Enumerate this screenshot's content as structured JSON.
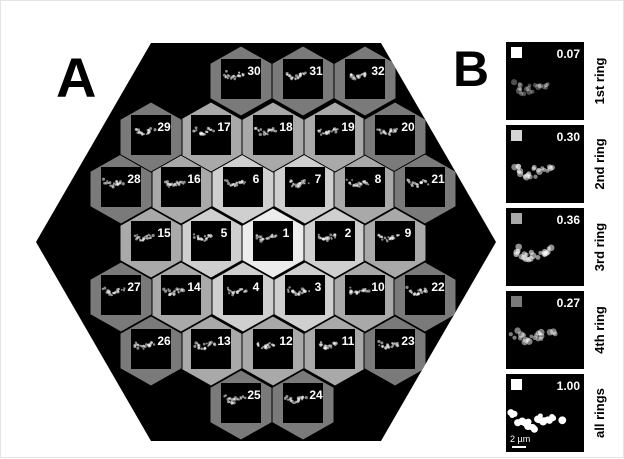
{
  "panel_a": {
    "label": "A",
    "background_color": "#000000",
    "tiles": [
      {
        "num": "1",
        "ring": 1,
        "shade": "#ececec"
      },
      {
        "num": "2",
        "ring": 2,
        "shade": "#cfcfcf"
      },
      {
        "num": "3",
        "ring": 2,
        "shade": "#cfcfcf"
      },
      {
        "num": "4",
        "ring": 2,
        "shade": "#cfcfcf"
      },
      {
        "num": "5",
        "ring": 2,
        "shade": "#cfcfcf"
      },
      {
        "num": "6",
        "ring": 2,
        "shade": "#cfcfcf"
      },
      {
        "num": "7",
        "ring": 2,
        "shade": "#cfcfcf"
      },
      {
        "num": "8",
        "ring": 3,
        "shade": "#a9a9a9"
      },
      {
        "num": "9",
        "ring": 3,
        "shade": "#a9a9a9"
      },
      {
        "num": "10",
        "ring": 3,
        "shade": "#a9a9a9"
      },
      {
        "num": "11",
        "ring": 3,
        "shade": "#a9a9a9"
      },
      {
        "num": "12",
        "ring": 3,
        "shade": "#a9a9a9"
      },
      {
        "num": "13",
        "ring": 3,
        "shade": "#a9a9a9"
      },
      {
        "num": "14",
        "ring": 3,
        "shade": "#a9a9a9"
      },
      {
        "num": "15",
        "ring": 3,
        "shade": "#a9a9a9"
      },
      {
        "num": "16",
        "ring": 3,
        "shade": "#a9a9a9"
      },
      {
        "num": "17",
        "ring": 3,
        "shade": "#a9a9a9"
      },
      {
        "num": "18",
        "ring": 3,
        "shade": "#a9a9a9"
      },
      {
        "num": "19",
        "ring": 3,
        "shade": "#a9a9a9"
      },
      {
        "num": "20",
        "ring": 4,
        "shade": "#7a7a7a"
      },
      {
        "num": "21",
        "ring": 4,
        "shade": "#7a7a7a"
      },
      {
        "num": "22",
        "ring": 4,
        "shade": "#7a7a7a"
      },
      {
        "num": "23",
        "ring": 4,
        "shade": "#7a7a7a"
      },
      {
        "num": "24",
        "ring": 4,
        "shade": "#7a7a7a"
      },
      {
        "num": "25",
        "ring": 4,
        "shade": "#7a7a7a"
      },
      {
        "num": "26",
        "ring": 4,
        "shade": "#7a7a7a"
      },
      {
        "num": "27",
        "ring": 4,
        "shade": "#7a7a7a"
      },
      {
        "num": "28",
        "ring": 4,
        "shade": "#7a7a7a"
      },
      {
        "num": "29",
        "ring": 4,
        "shade": "#7a7a7a"
      },
      {
        "num": "30",
        "ring": 4,
        "shade": "#7a7a7a"
      },
      {
        "num": "31",
        "ring": 4,
        "shade": "#7a7a7a"
      },
      {
        "num": "32",
        "ring": 4,
        "shade": "#7a7a7a"
      }
    ]
  },
  "panel_b": {
    "label": "B",
    "strips": [
      {
        "value": "0.07",
        "label": "1st ring",
        "swatch": "#ffffff",
        "intensity": 0.07
      },
      {
        "value": "0.30",
        "label": "2nd ring",
        "swatch": "#d4d4d4",
        "intensity": 0.3
      },
      {
        "value": "0.36",
        "label": "3rd ring",
        "swatch": "#a9a9a9",
        "intensity": 0.36
      },
      {
        "value": "0.27",
        "label": "4th ring",
        "swatch": "#7a7a7a",
        "intensity": 0.27
      },
      {
        "value": "1.00",
        "label": "all rings",
        "swatch": "#ffffff",
        "intensity": 1.0
      }
    ],
    "scale_bar": "2 µm"
  }
}
